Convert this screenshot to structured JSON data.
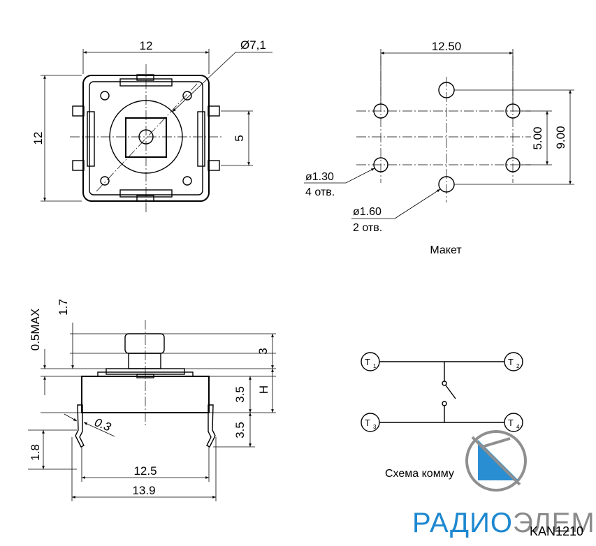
{
  "top_view": {
    "width_label": "12",
    "height_label": "12",
    "diameter_label": "Ø7,1",
    "pin_gap_label": "5"
  },
  "layout_view": {
    "width_label": "12.50",
    "pitch_small_label": "5.00",
    "pitch_large_label": "9.00",
    "hole_small_diameter": "ø1.30",
    "hole_small_count": "4 отв.",
    "hole_large_diameter": "ø1.60",
    "hole_large_count": "2 отв.",
    "caption": "Макет"
  },
  "side_view": {
    "cap_height_label": "1.7",
    "gap_label": "0.5MAX",
    "actuator_label": "3",
    "body_label": "3.5",
    "h_label": "H",
    "pin_label": "3.5",
    "thickness_label": "0.3",
    "lead_label": "1.8",
    "pin_span_label": "12.5",
    "total_width_label": "13.9"
  },
  "schematic": {
    "terminals": [
      {
        "letter": "T",
        "index": "1"
      },
      {
        "letter": "T",
        "index": "2"
      },
      {
        "letter": "T",
        "index": "3"
      },
      {
        "letter": "T",
        "index": "4"
      }
    ],
    "caption": "Схема комму"
  },
  "branding": {
    "logo_text_a": "РАДИО",
    "logo_text_b": "ЭЛЕМЕНТ",
    "model": "KAN1210",
    "logo_colors": {
      "blue": "#1e88d0",
      "gray": "#8a8a8a"
    }
  }
}
